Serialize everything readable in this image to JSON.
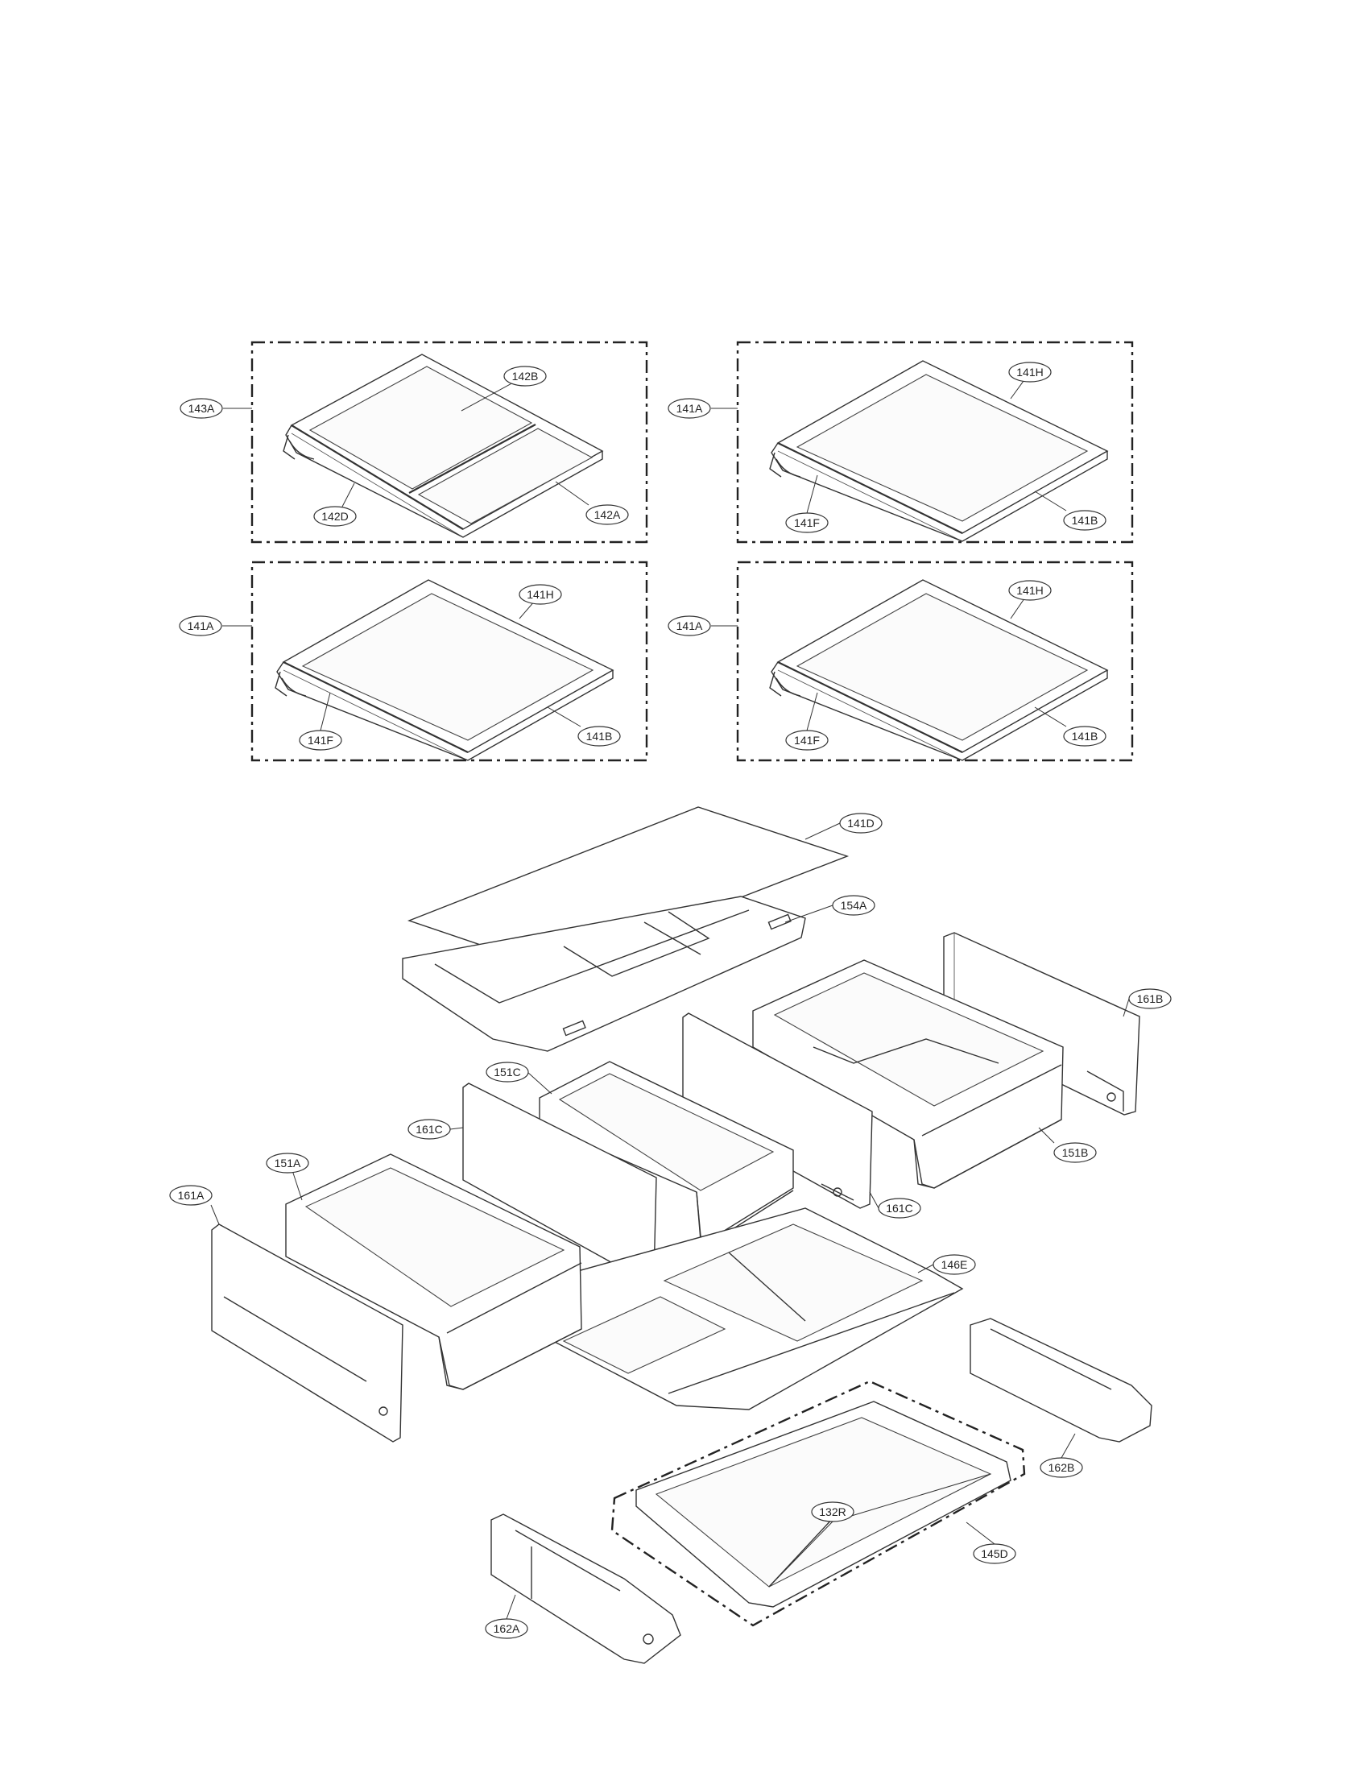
{
  "labels": {
    "p143A": "143A",
    "p142B": "142B",
    "p142D": "142D",
    "p142A": "142A",
    "p141A_1": "141A",
    "p141H_1": "141H",
    "p141F_1": "141F",
    "p141B_1": "141B",
    "p141A_2": "141A",
    "p141H_2": "141H",
    "p141F_2": "141F",
    "p141B_2": "141B",
    "p141A_3": "141A",
    "p141H_3": "141H",
    "p141F_3": "141F",
    "p141B_3": "141B",
    "p141D": "141D",
    "p154A": "154A",
    "p161B": "161B",
    "p151C": "151C",
    "p161C_1": "161C",
    "p151B": "151B",
    "p151A": "151A",
    "p161A": "161A",
    "p161C_2": "161C",
    "p146E": "146E",
    "p162B": "162B",
    "p132R": "132R",
    "p145D": "145D",
    "p162A": "162A"
  }
}
